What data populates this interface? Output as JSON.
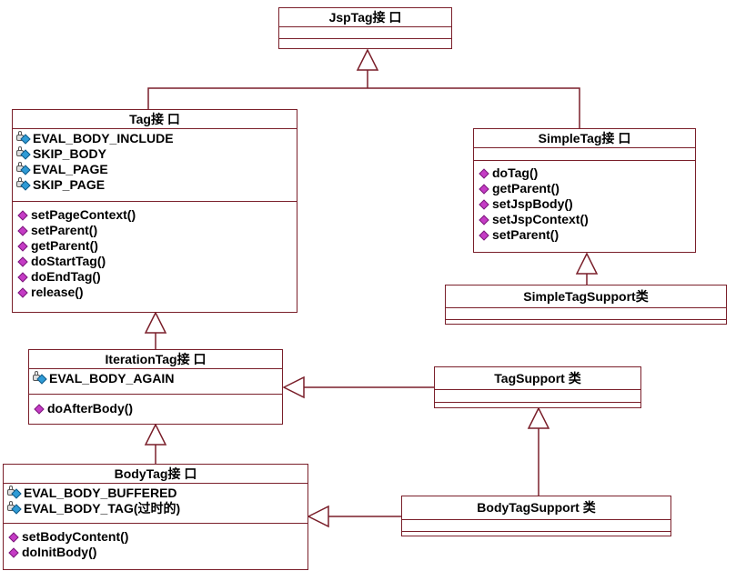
{
  "classes": {
    "jsptag": {
      "title": "JspTag接 口"
    },
    "tag": {
      "title": "Tag接 口",
      "constants": [
        "EVAL_BODY_INCLUDE",
        "SKIP_BODY",
        "EVAL_PAGE",
        "SKIP_PAGE"
      ],
      "methods": [
        "setPageContext()",
        "setParent()",
        "getParent()",
        "doStartTag()",
        "doEndTag()",
        "release()"
      ]
    },
    "simpletag": {
      "title": "SimpleTag接 口",
      "methods": [
        "doTag()",
        "getParent()",
        "setJspBody()",
        "setJspContext()",
        "setParent()"
      ]
    },
    "simpletagsupport": {
      "title": "SimpleTagSupport类"
    },
    "iterationtag": {
      "title": "IterationTag接 口",
      "constants": [
        "EVAL_BODY_AGAIN"
      ],
      "methods": [
        "doAfterBody()"
      ]
    },
    "tagsupport": {
      "title": "TagSupport 类"
    },
    "bodytag": {
      "title": "BodyTag接 口",
      "constants": [
        "EVAL_BODY_BUFFERED",
        "EVAL_BODY_TAG(过时的)"
      ],
      "methods": [
        "setBodyContent()",
        "doInitBody()"
      ]
    },
    "bodytagsupport": {
      "title": "BodyTagSupport 类"
    }
  },
  "colors": {
    "border": "#7a1f2a",
    "line": "#7a1f2a",
    "method_icon": "#c53bc5",
    "constant_icon": "#2e9bd6"
  }
}
